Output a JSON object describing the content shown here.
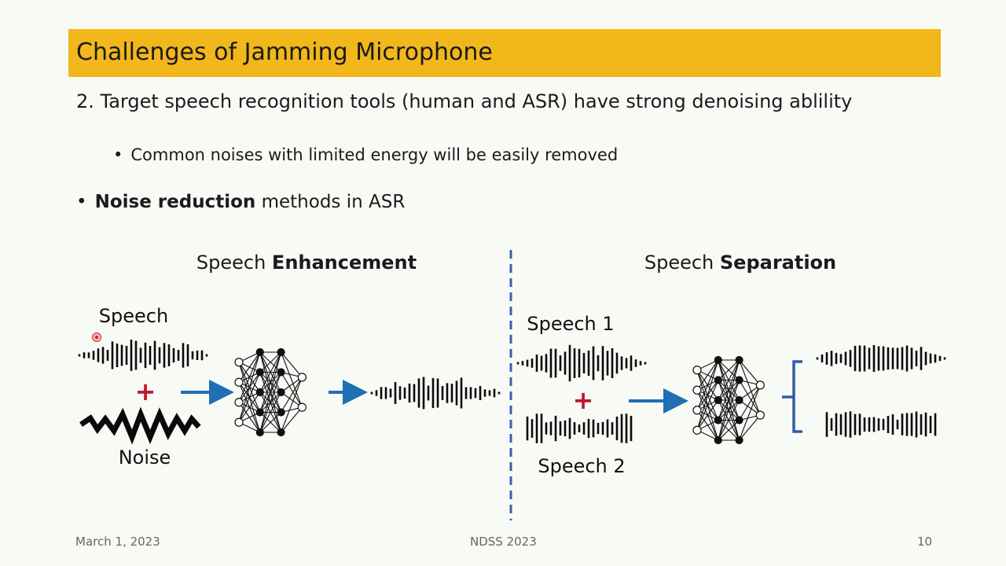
{
  "title": "Challenges of Jamming Microphone",
  "point": "2. Target speech recognition tools (human and ASR) have strong denoising ablility",
  "sub_bullet": "Common noises with limited energy will be easily removed",
  "bullet": {
    "bold": "Noise reduction",
    "rest": " methods in ASR"
  },
  "left_panel": {
    "heading_prefix": "Speech ",
    "heading_bold": "Enhancement",
    "speech_label": "Speech",
    "noise_label": "Noise"
  },
  "right_panel": {
    "heading_prefix": "Speech ",
    "heading_bold": "Separation",
    "speech1_label": "Speech 1",
    "speech2_label": "Speech 2"
  },
  "plus_symbol": "+",
  "footer": {
    "date": "March 1, 2023",
    "venue": "NDSS 2023",
    "page": "10"
  },
  "colors": {
    "title_bar": "#f2b71b",
    "arrow": "#1f6fb2",
    "plus": "#c0182a",
    "divider": "#3a5fa8",
    "bracket": "#2d5fa8"
  }
}
